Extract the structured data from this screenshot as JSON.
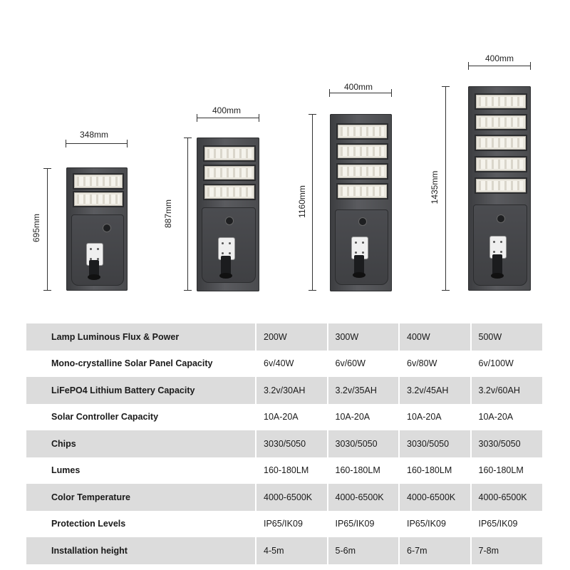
{
  "lamps": [
    {
      "width_label": "348mm",
      "height_label": "695mm",
      "panel_count": 2
    },
    {
      "width_label": "400mm",
      "height_label": "887mm",
      "panel_count": 3
    },
    {
      "width_label": "400mm",
      "height_label": "1160mm",
      "panel_count": 4
    },
    {
      "width_label": "400mm",
      "height_label": "1435mm",
      "panel_count": 5
    }
  ],
  "table": {
    "rows": [
      {
        "label": "Lamp Luminous Flux & Power",
        "values": [
          "200W",
          "300W",
          "400W",
          "500W"
        ]
      },
      {
        "label": "Mono-crystalline Solar Panel Capacity",
        "values": [
          "6v/40W",
          "6v/60W",
          "6v/80W",
          "6v/100W"
        ]
      },
      {
        "label": "LiFePO4 Lithium Battery Capacity",
        "values": [
          "3.2v/30AH",
          "3.2v/35AH",
          "3.2v/45AH",
          "3.2v/60AH"
        ]
      },
      {
        "label": "Solar Controller Capacity",
        "values": [
          "10A-20A",
          "10A-20A",
          "10A-20A",
          "10A-20A"
        ]
      },
      {
        "label": "Chips",
        "values": [
          "3030/5050",
          "3030/5050",
          "3030/5050",
          "3030/5050"
        ]
      },
      {
        "label": "Lumes",
        "values": [
          "160-180LM",
          "160-180LM",
          "160-180LM",
          "160-180LM"
        ]
      },
      {
        "label": "Color Temperature",
        "values": [
          "4000-6500K",
          "4000-6500K",
          "4000-6500K",
          "4000-6500K"
        ]
      },
      {
        "label": "Protection Levels",
        "values": [
          "IP65/IK09",
          "IP65/IK09",
          "IP65/IK09",
          "IP65/IK09"
        ]
      },
      {
        "label": "Installation height",
        "values": [
          "4-5m",
          "5-6m",
          "6-7m",
          "7-8m"
        ]
      }
    ]
  }
}
